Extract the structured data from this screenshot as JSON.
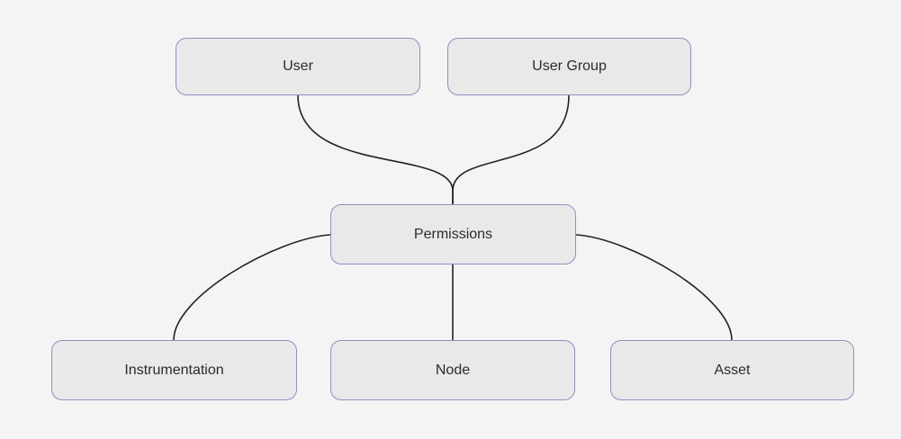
{
  "diagram": {
    "type": "flowchart",
    "nodes": {
      "user": {
        "label": "User"
      },
      "user_group": {
        "label": "User Group"
      },
      "permissions": {
        "label": "Permissions"
      },
      "instrumentation": {
        "label": "Instrumentation"
      },
      "node": {
        "label": "Node"
      },
      "asset": {
        "label": "Asset"
      }
    },
    "edges": [
      {
        "from": "User",
        "to": "Permissions",
        "style": "curved-merge"
      },
      {
        "from": "User Group",
        "to": "Permissions",
        "style": "curved-merge"
      },
      {
        "from": "Permissions",
        "to": "Instrumentation",
        "style": "curved"
      },
      {
        "from": "Permissions",
        "to": "Node",
        "style": "straight"
      },
      {
        "from": "Permissions",
        "to": "Asset",
        "style": "curved"
      }
    ],
    "colors": {
      "background": "#f4f4f5",
      "node_fill": "#e9e9e9",
      "node_border": "#8f8fc1",
      "edge_line": "#222222",
      "node_text": "#2b2b2b"
    }
  }
}
